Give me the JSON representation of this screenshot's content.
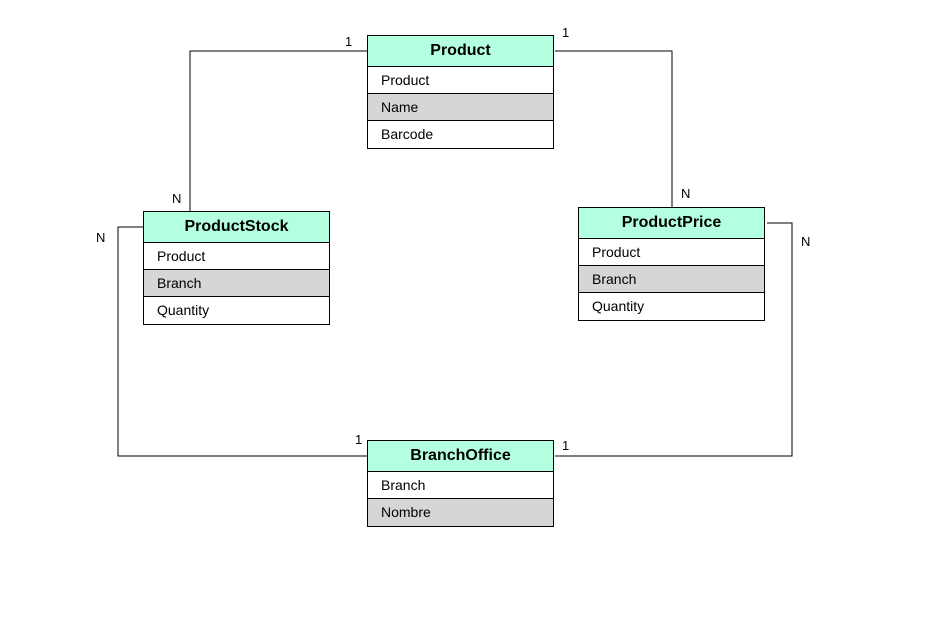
{
  "colors": {
    "header_bg": "#b3ffe0",
    "shaded_field_bg": "#d6d6d6",
    "plain_field_bg": "#ffffff",
    "line": "#000000"
  },
  "entities": {
    "product": {
      "title": "Product",
      "fields": [
        {
          "label": "Product",
          "shaded": false
        },
        {
          "label": "Name",
          "shaded": true
        },
        {
          "label": "Barcode",
          "shaded": false
        }
      ]
    },
    "product_stock": {
      "title": "ProductStock",
      "fields": [
        {
          "label": "Product",
          "shaded": false
        },
        {
          "label": "Branch",
          "shaded": true
        },
        {
          "label": "Quantity",
          "shaded": false
        }
      ]
    },
    "product_price": {
      "title": "ProductPrice",
      "fields": [
        {
          "label": "Product",
          "shaded": false
        },
        {
          "label": "Branch",
          "shaded": true
        },
        {
          "label": "Quantity",
          "shaded": false
        }
      ]
    },
    "branch_office": {
      "title": "BranchOffice",
      "fields": [
        {
          "label": "Branch",
          "shaded": false
        },
        {
          "label": "Nombre",
          "shaded": true
        }
      ]
    }
  },
  "relationships": [
    {
      "from": "Product",
      "to": "ProductStock",
      "from_card": "1",
      "to_card": "N"
    },
    {
      "from": "Product",
      "to": "ProductPrice",
      "from_card": "1",
      "to_card": "N"
    },
    {
      "from": "BranchOffice",
      "to": "ProductStock",
      "from_card": "1",
      "to_card": "N"
    },
    {
      "from": "BranchOffice",
      "to": "ProductPrice",
      "from_card": "1",
      "to_card": "N"
    }
  ]
}
